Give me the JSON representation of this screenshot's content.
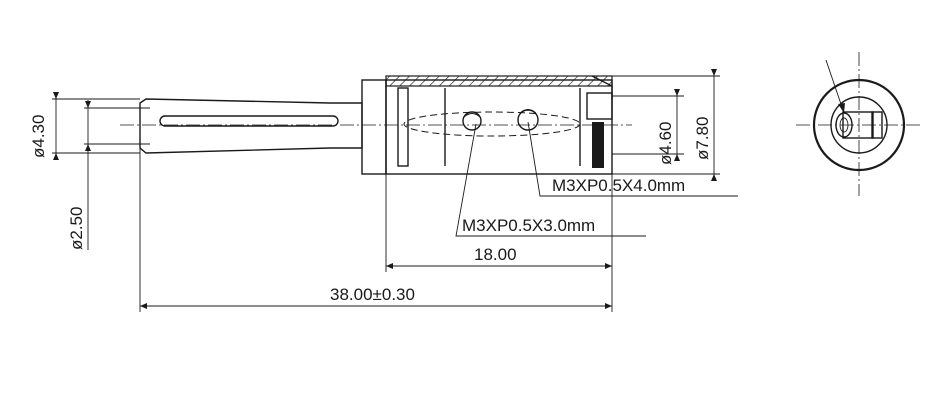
{
  "dimensions": {
    "pin_diameter": "ø4.30",
    "tip_diameter": "ø2.50",
    "inner_diameter": "ø4.60",
    "outer_diameter": "ø7.80",
    "body_length": "18.00",
    "total_length": "38.00±0.30"
  },
  "callouts": {
    "screw_large": "M3XP0.5X4.0mm",
    "screw_small": "M3XP0.5X3.0mm"
  }
}
